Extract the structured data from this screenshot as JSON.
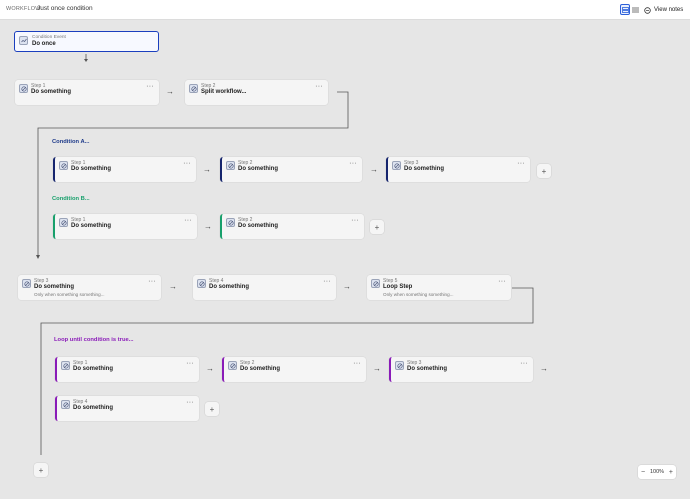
{
  "header": {
    "breadcrumb": "WORKFLOW",
    "title": "Just once condition",
    "view_notes_label": "View notes"
  },
  "event": {
    "label": "Condition Event",
    "title": "Do once"
  },
  "row1": [
    {
      "label": "Step 1",
      "title": "Do something"
    },
    {
      "label": "Step 2",
      "title": "Split workflow..."
    }
  ],
  "conditionA": {
    "name": "Condition A...",
    "steps": [
      {
        "label": "Step 1",
        "title": "Do something"
      },
      {
        "label": "Step 2",
        "title": "Do something"
      },
      {
        "label": "Step 3",
        "title": "Do something"
      }
    ]
  },
  "conditionB": {
    "name": "Condition B...",
    "steps": [
      {
        "label": "Step 1",
        "title": "Do something"
      },
      {
        "label": "Step 2",
        "title": "Do something"
      }
    ]
  },
  "row2": [
    {
      "label": "Step 3",
      "title": "Do something",
      "sub": "Only when something something..."
    },
    {
      "label": "Step 4",
      "title": "Do something"
    },
    {
      "label": "Step 5",
      "title": "Loop Step",
      "sub": "Only when something something..."
    }
  ],
  "loop": {
    "name": "Loop until condition is true...",
    "steps": [
      {
        "label": "Step 1",
        "title": "Do something"
      },
      {
        "label": "Step 2",
        "title": "Do something"
      },
      {
        "label": "Step 3",
        "title": "Do something"
      },
      {
        "label": "Step 4",
        "title": "Do something"
      }
    ]
  },
  "zoom": {
    "level": "100%"
  },
  "colors": {
    "accent": "#1b3fbe",
    "conditionA": "#16256e",
    "conditionB": "#18a06c",
    "loop": "#8a1bb8"
  },
  "icons": [
    "step-icon",
    "event-icon",
    "more-icon",
    "plus-icon",
    "arrow-right-icon",
    "arrow-down-icon",
    "grid-view-icon",
    "list-view-icon",
    "notes-icon"
  ]
}
